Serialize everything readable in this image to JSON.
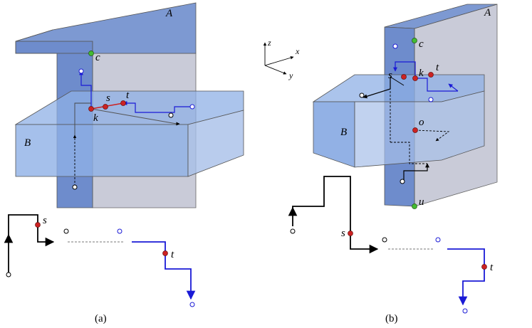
{
  "panels": [
    {
      "caption": "(a)",
      "block_labels": [
        "A",
        "B"
      ],
      "point_labels": [
        "c",
        "s",
        "k",
        "t"
      ],
      "bottom_labels": [
        "s",
        "t"
      ]
    },
    {
      "caption": "(b)",
      "block_labels": [
        "A",
        "B"
      ],
      "point_labels": [
        "c",
        "s",
        "k",
        "t",
        "o",
        "u"
      ],
      "bottom_labels": [
        "s",
        "t"
      ]
    }
  ],
  "axes": {
    "z": "z",
    "x": "x",
    "y": "y"
  },
  "colors": {
    "block_A_front": "#c9cbd8",
    "block_A_face": "#6e8ccc",
    "block_B": "#8fb0e6",
    "path_blue": "#1a1ad6",
    "path_black": "#000000",
    "point_red": "#cc2222",
    "point_green": "#44bb33"
  }
}
